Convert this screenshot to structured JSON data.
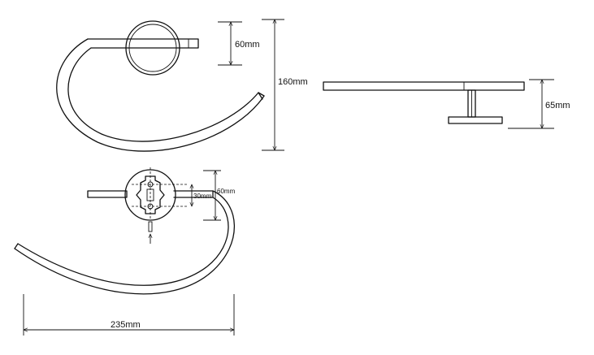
{
  "dimensions": {
    "front_height_top": "60mm",
    "front_total_height": "160mm",
    "side_projection": "65mm",
    "plan_mount_height": "60mm",
    "plan_hole_spacing": "30mm",
    "plan_total_width": "235mm"
  },
  "colors": {
    "line": "#111111",
    "background": "#ffffff"
  }
}
